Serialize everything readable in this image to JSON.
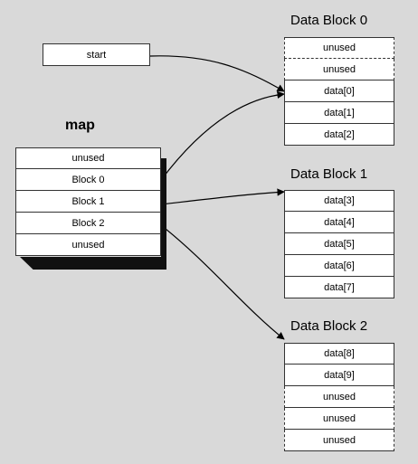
{
  "start_label": "start",
  "map": {
    "title": "map",
    "cells": [
      "unused",
      "Block 0",
      "Block 1",
      "Block 2",
      "unused"
    ]
  },
  "blocks": [
    {
      "title": "Data Block 0",
      "cells": [
        "unused",
        "unused",
        "data[0]",
        "data[1]",
        "data[2]"
      ]
    },
    {
      "title": "Data Block 1",
      "cells": [
        "data[3]",
        "data[4]",
        "data[5]",
        "data[6]",
        "data[7]"
      ]
    },
    {
      "title": "Data Block 2",
      "cells": [
        "data[8]",
        "data[9]",
        "unused",
        "unused",
        "unused"
      ]
    }
  ],
  "colors": {
    "background": "#d9d9d9",
    "cell": "#ffffff",
    "line": "#000000"
  }
}
